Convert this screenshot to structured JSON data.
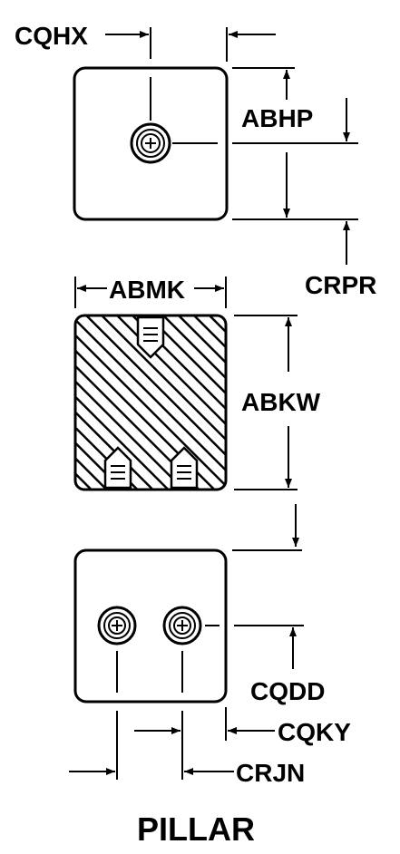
{
  "labels": {
    "cqhx": "CQHX",
    "abhp": "ABHP",
    "crpr": "CRPR",
    "abmk": "ABMK",
    "abkw": "ABKW",
    "cqdd": "CQDD",
    "cqky": "CQKY",
    "crjn": "CRJN"
  },
  "title": "PILLAR",
  "colors": {
    "ink": "#000000",
    "background": "#ffffff"
  }
}
